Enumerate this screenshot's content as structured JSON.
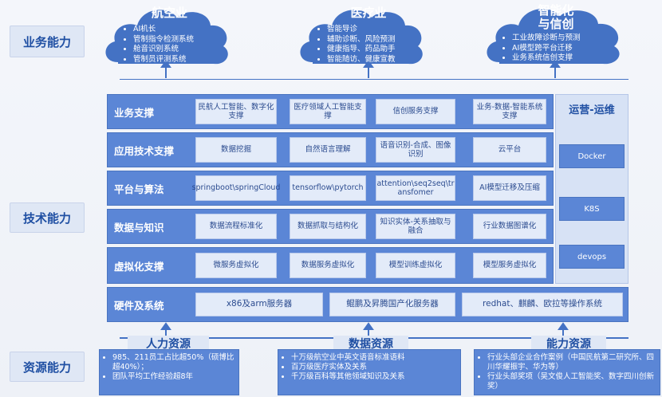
{
  "side_labels": {
    "business": "业务能力",
    "tech": "技术能力",
    "resource": "资源能力"
  },
  "clouds": [
    {
      "title": "航空业",
      "items": [
        "AI机长",
        "管制指令检测系统",
        "舱音识别系统",
        "管制员评测系统"
      ]
    },
    {
      "title": "医疗业",
      "items": [
        "智能导诊",
        "辅助诊断、风险预测",
        "健康指导、药品助手",
        "智能随访、健康宣教"
      ]
    },
    {
      "title_line1": "智能化",
      "title_line2": "与信创",
      "items": [
        "工业故障诊断与预测",
        "AI模型跨平台迁移",
        "业务系统信创支撑"
      ]
    }
  ],
  "rows": [
    {
      "label": "业务支撑",
      "cells": [
        "民航人工智能、数字化支撑",
        "医疗领域人工智能支撑",
        "信创服务支撑",
        "业务-数据-智能系统支撑"
      ]
    },
    {
      "label": "应用技术支撑",
      "cells": [
        "数据挖掘",
        "自然语言理解",
        "语音识别-合成、图像识别",
        "云平台"
      ]
    },
    {
      "label": "平台与算法",
      "cells": [
        "springboot\\springCloud",
        "tensorflow\\pytorch",
        "attention\\seq2seq\\transfomer",
        "AI模型迁移及压缩"
      ]
    },
    {
      "label": "数据与知识",
      "cells": [
        "数据流程标准化",
        "数据抓取与结构化",
        "知识实体-关系抽取与融合",
        "行业数据图谱化"
      ]
    },
    {
      "label": "虚拟化支撑",
      "cells": [
        "微服务虚拟化",
        "数据服务虚拟化",
        "模型训练虚拟化",
        "模型服务虚拟化"
      ]
    }
  ],
  "hardware": {
    "label": "硬件及系统",
    "cells": [
      "x86及arm服务器",
      "鲲鹏及昇腾国产化服务器",
      "redhat、麒麟、欧拉等操作系统"
    ]
  },
  "ops": {
    "title": "运营-运维",
    "items": [
      "Docker",
      "K8S",
      "devops"
    ]
  },
  "resources": [
    {
      "title": "人力资源",
      "items": [
        "985、211员工占比超50%（硕博比超40%）；",
        "团队平均工作经验超8年"
      ]
    },
    {
      "title": "数据资源",
      "items": [
        "十万级航空业中英文语音标准语料",
        "百万级医疗实体及关系",
        "千万级百科等其他领域知识及关系"
      ]
    },
    {
      "title": "能力资源",
      "items": [
        "行业头部企业合作案例（中国民航第二研究所、四川华耀振宇、华为等）",
        "行业头部奖项（吴文俊人工智能奖、数字四川创新奖）"
      ]
    }
  ],
  "colors": {
    "primary": "#5b86d6",
    "cell_bg": "#e3ebf9",
    "label_text": "#1f4fa3"
  }
}
